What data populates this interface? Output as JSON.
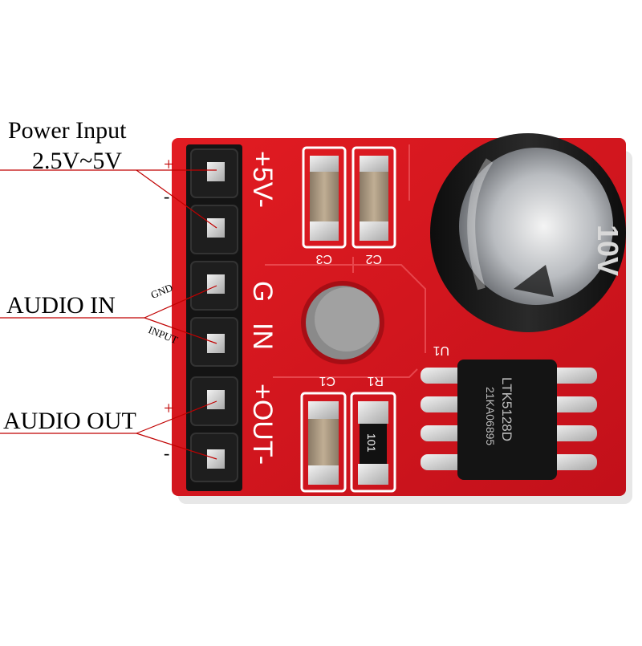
{
  "annotations": {
    "power_title": "Power Input",
    "power_range": "2.5V~5V",
    "power_plus": "+",
    "power_minus": "-",
    "audio_in": "AUDIO IN",
    "gnd": "GND",
    "input": "INPUT",
    "audio_out": "AUDIO OUT",
    "out_plus": "+",
    "out_minus": "-"
  },
  "board": {
    "silk_power": "+5V-",
    "silk_g": "G",
    "silk_in": "IN",
    "silk_out": "+OUT-",
    "c3": "C3",
    "c2": "C2",
    "c1": "C1",
    "r1": "R1",
    "u1": "U1",
    "resistor_code": "101",
    "chip_line1": "LTK5128D",
    "chip_line2": "21KA06895",
    "cap_mark": "10V"
  },
  "colors": {
    "pcb": "#d8141c",
    "pcb_dark": "#a80c12",
    "header": "#1a1a1a",
    "pad": "#d9d9d9",
    "leader": "#c00000"
  }
}
